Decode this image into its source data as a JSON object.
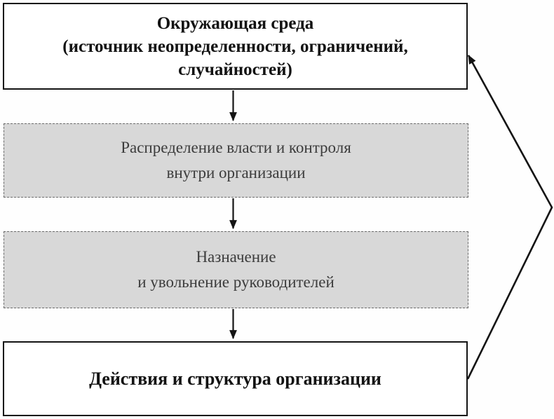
{
  "diagram": {
    "type": "flowchart",
    "language": "ru",
    "boxes": {
      "environment": {
        "style": "outlined-white",
        "line1": "Окружающая среда",
        "line2": "(источник неопределенности, ограничений,",
        "line3": "случайностей)"
      },
      "power": {
        "style": "shaded-gray",
        "line1": "Распределение власти и контроля",
        "line2": "внутри организации"
      },
      "appointment": {
        "style": "shaded-gray",
        "line1": "Назначение",
        "line2": "и увольнение руководителей"
      },
      "actions": {
        "style": "outlined-white",
        "line1": "Действия и структура организации"
      }
    },
    "arrows": [
      {
        "name": "arrow-environment-to-power",
        "direction": "down"
      },
      {
        "name": "arrow-power-to-appointment",
        "direction": "down"
      },
      {
        "name": "arrow-appointment-to-actions",
        "direction": "down"
      },
      {
        "name": "feedback-arrow-actions-to-environment",
        "direction": "up-right-elbow"
      }
    ],
    "colors": {
      "line_black": "#141414",
      "shaded_box_fill": "#d8d8d8",
      "shaded_box_text": "#3c3c3c",
      "outlined_box_text": "#121212",
      "background": "#fefefe"
    }
  }
}
